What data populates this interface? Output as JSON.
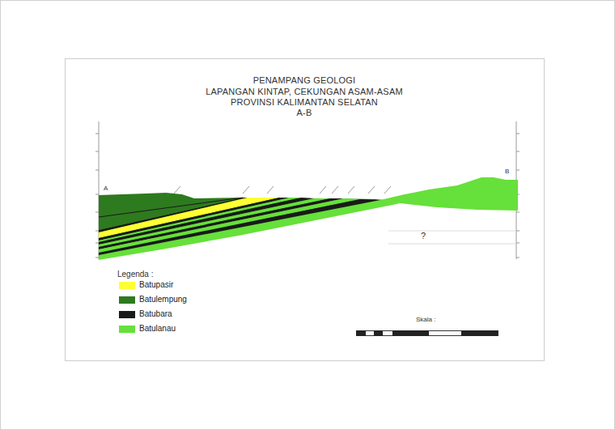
{
  "diagram": {
    "title": "PENAMPANG GEOLOGI",
    "labels": [
      "LAPANGAN KINTAP, CEKUNGAN ASAM-ASAM",
      "PROVINSI KALIMANTAN SELATAN",
      "A-B",
      "A",
      "B",
      "?",
      "Legenda :",
      "Skala :"
    ],
    "legend": [
      {
        "text": "Batupasir",
        "color": "#ffff33"
      },
      {
        "text": "Batulempung",
        "color": "#2e7a1f"
      },
      {
        "text": "Batubara",
        "color": "#1a1a1a"
      },
      {
        "text": "Batulanau",
        "color": "#66e03a"
      }
    ]
  }
}
